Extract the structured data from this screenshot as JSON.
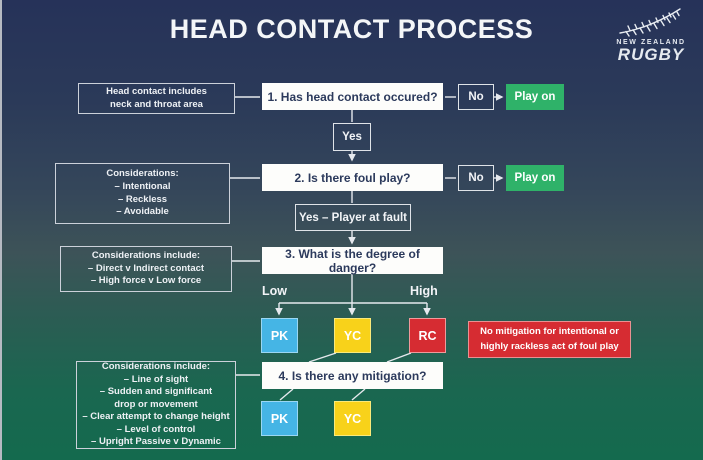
{
  "title": "HEAD CONTACT PROCESS",
  "logo": {
    "line1": "NEW ZEALAND",
    "line2": "RUGBY"
  },
  "colors": {
    "background_top": "#263259",
    "background_bottom": "#146a4e",
    "play_on_green": "#2fb269",
    "pk_blue": "#45b5e5",
    "yc_yellow": "#f8d21a",
    "rc_red": "#d62c32",
    "question_box_bg": "#fdfdfb",
    "question_text": "#2c3a5c"
  },
  "flow": {
    "q1": "1. Has head contact occured?",
    "no1": "No",
    "play_on1": "Play on",
    "yes": "Yes",
    "q2": "2. Is there foul play?",
    "no2": "No",
    "play_on2": "Play on",
    "yes_player_at_fault": "Yes – Player at fault",
    "q3": "3. What is the degree of danger?",
    "low": "Low",
    "high": "High",
    "pk3": "PK",
    "yc3": "YC",
    "rc3": "RC",
    "no_mitigation_lines": [
      "No mitigation for intentional or",
      "highly rackless act of foul play"
    ],
    "q4": "4. Is there any mitigation?",
    "pk4": "PK",
    "yc4": "YC"
  },
  "notes": {
    "note1_lines": [
      "Head contact includes",
      "neck and throat area"
    ],
    "note2_lines": [
      "Considerations:",
      "– Intentional",
      "– Reckless",
      "– Avoidable"
    ],
    "note3_lines": [
      "Considerations include:",
      "– Direct v Indirect contact",
      "– High force v Low force"
    ],
    "note4_lines": [
      "Considerations include:",
      "– Line of sight",
      "– Sudden and significant",
      "drop or movement",
      "– Clear attempt to change height",
      "– Level of control",
      "– Upright Passive v Dynamic"
    ]
  }
}
